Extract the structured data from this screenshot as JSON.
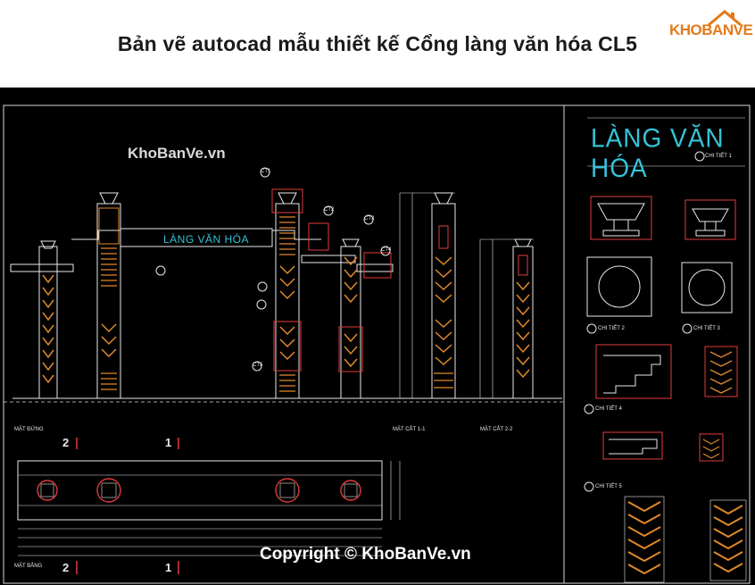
{
  "page": {
    "title": "Bản vẽ autocad mẫu thiết kế Cổng làng văn hóa CL5"
  },
  "logo": {
    "text": "KHOBANVE"
  },
  "watermarks": {
    "top": "KhoBanVe.vn",
    "bottom": "Copyright © KhoBanVe.vn"
  },
  "drawing": {
    "gate_sign": "LÀNG VĂN HÓA",
    "big_sign": "LÀNG VĂN HÓA",
    "labels": {
      "mat_dung": "MẶT ĐỨNG",
      "mat_cat_1": "MẶT CẮT 1-1",
      "mat_cat_2": "MẶT CẮT 2-2",
      "mat_bang": "MẶT BẰNG",
      "chi_tiet_1": "CHI TIẾT 1",
      "chi_tiet_2": "CHI TIẾT 2",
      "chi_tiet_3": "CHI TIẾT 3",
      "chi_tiet_4": "CHI TIẾT 4",
      "chi_tiet_5": "CHI TIẾT 5"
    },
    "section_marks": {
      "left_top": "2",
      "right_top": "1",
      "left_bottom": "2",
      "right_bottom": "1"
    },
    "callouts": [
      "CT1",
      "CT2",
      "CT3",
      "CT4",
      "CT5"
    ],
    "colors": {
      "background": "#000000",
      "cyan": "#34c3d8",
      "orange": "#e08a2a",
      "red": "#e23b3b",
      "grid": "#e8e8e8"
    }
  }
}
